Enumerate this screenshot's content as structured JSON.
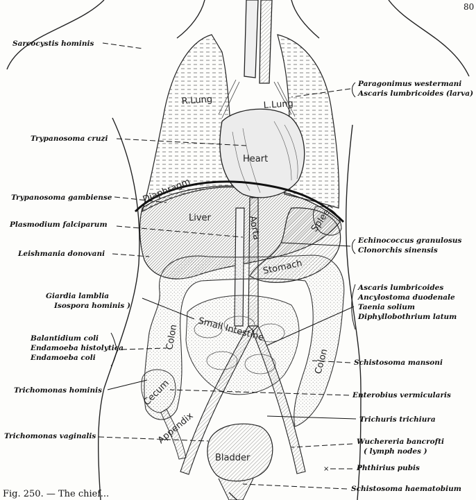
{
  "page_number": "80",
  "caption": "Fig. 250. — The chief...",
  "organ_labels": {
    "r_lung": "R.Lung",
    "l_lung": "L.Lung",
    "heart": "Heart",
    "diaphragm": "Diaphragm",
    "liver": "Liver",
    "spleen": "Spleen",
    "stomach": "Stomach",
    "small_intestine": "Small Intestine",
    "colon_left": "Colon",
    "colon_right": "Colon",
    "cecum": "Cecum",
    "appendix": "Appendix",
    "bladder": "Bladder",
    "aorta": "Aorta"
  },
  "left_labels": [
    {
      "text": "Sarcocystis hominis"
    },
    {
      "text": "Trypanosoma cruzi"
    },
    {
      "text": "Trypanosoma gambiense"
    },
    {
      "text": "Plasmodium falciparum"
    },
    {
      "text": "Leishmania donovani"
    },
    {
      "text": "Giardia lamblia"
    },
    {
      "text": "Isospora hominis )"
    },
    {
      "text": "Balantidium coli"
    },
    {
      "text": "Endamoeba histolytica"
    },
    {
      "text": "Endamoeba coli"
    },
    {
      "text": "Trichomonas hominis"
    },
    {
      "text": "Trichomonas vaginalis"
    }
  ],
  "right_labels": [
    {
      "text": "Paragonimus westermani"
    },
    {
      "text": "Ascaris lumbricoides (larva)"
    },
    {
      "text": "Echinococcus granulosus"
    },
    {
      "text": "Clonorchis sinensis"
    },
    {
      "text": "Ascaris lumbricoides"
    },
    {
      "text": "Ancylostoma duodenale"
    },
    {
      "text": "Taenia solium"
    },
    {
      "text": "Diphyllobothrium latum"
    },
    {
      "text": "Schistosoma mansoni"
    },
    {
      "text": "Enterobius vermicularis"
    },
    {
      "text": "Trichuris trichiura"
    },
    {
      "text": "Wuchereria bancrofti"
    },
    {
      "text": "( lymph nodes )"
    },
    {
      "text": "Phthirius pubis"
    },
    {
      "text": "Schistosoma haematobium"
    }
  ]
}
